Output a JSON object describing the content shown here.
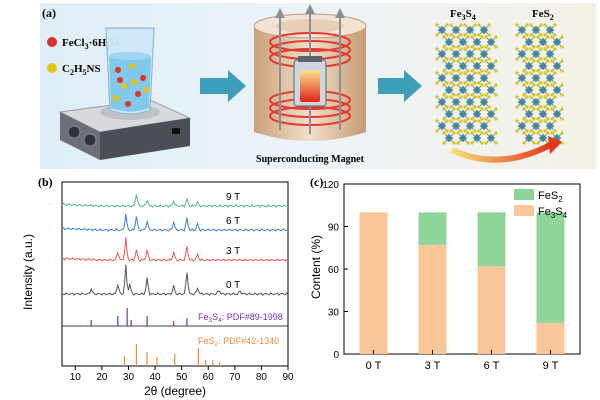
{
  "panel_a": {
    "label": "(a)",
    "reagent_1": "FeCl",
    "reagent_1_sub": "3",
    "reagent_1_rest": "·6H",
    "reagent_1_sub2": "2",
    "reagent_1_end": "O",
    "reagent_2": "C",
    "reagent_2_sub": "2",
    "reagent_2_mid": "H",
    "reagent_2_sub2": "5",
    "reagent_2_end": "NS",
    "magnet_label": "Superconducting Magnet",
    "phase_1": "Fe",
    "phase_1_sub1": "3",
    "phase_1_mid": "S",
    "phase_1_sub2": "4",
    "phase_2": "FeS",
    "phase_2_sub": "2",
    "colors": {
      "fe": "#d9342b",
      "s": "#e6c417",
      "arrow": "#1f8fb0"
    }
  },
  "panel_b": {
    "label": "(b)",
    "xlabel": "2θ (degree)",
    "ylabel": "Intensity (a.u.)",
    "xticks": [
      "10",
      "20",
      "30",
      "40",
      "50",
      "60",
      "70",
      "80",
      "90"
    ],
    "traces": [
      {
        "name": "9 T",
        "color": "#55b98a"
      },
      {
        "name": "6 T",
        "color": "#3f7fd1"
      },
      {
        "name": "3 T",
        "color": "#e35b5b"
      },
      {
        "name": "0 T",
        "color": "#555555"
      }
    ],
    "ref_1": {
      "label": "Fe",
      "sub1": "3",
      "mid": "S",
      "sub2": "4",
      "rest": ": PDF#89-1998",
      "color": "#7b2fbf"
    },
    "ref_2": {
      "label": "FeS",
      "sub1": "2",
      "rest": ": PDF#42-1340",
      "color": "#f08a3c"
    }
  },
  "chart_data": {
    "type": "bar",
    "stacked": true,
    "categories": [
      "0 T",
      "3 T",
      "6 T",
      "9 T"
    ],
    "series": [
      {
        "name": "Fe3S4",
        "color": "#f9c79a",
        "values": [
          100,
          77,
          62,
          22
        ]
      },
      {
        "name": "FeS2",
        "color": "#8fd69b",
        "values": [
          0,
          23,
          38,
          78
        ]
      }
    ],
    "title": "",
    "panel_label": "(c)",
    "ylabel": "Content (%)",
    "yticks": [
      "0",
      "30",
      "60",
      "90",
      "120"
    ],
    "ylim": [
      0,
      120
    ],
    "legend": [
      {
        "label": "FeS",
        "sub": "2",
        "color": "#8fd69b"
      },
      {
        "label": "Fe",
        "sub": "3",
        "mid": "S",
        "sub2": "4",
        "color": "#f9c79a"
      }
    ],
    "legend_position": "top-right"
  }
}
